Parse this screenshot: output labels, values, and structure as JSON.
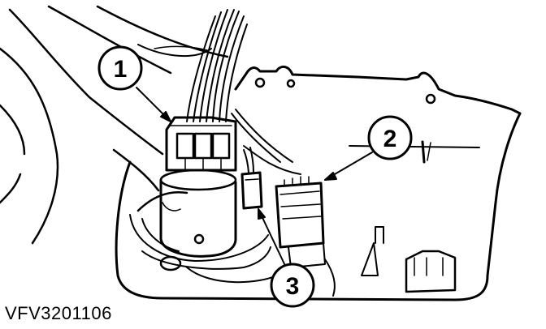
{
  "figure_code": "VFV3201106",
  "callouts": [
    {
      "label": "1"
    },
    {
      "label": "2"
    },
    {
      "label": "3"
    }
  ],
  "colors": {
    "line": "#000000",
    "background": "#ffffff"
  }
}
